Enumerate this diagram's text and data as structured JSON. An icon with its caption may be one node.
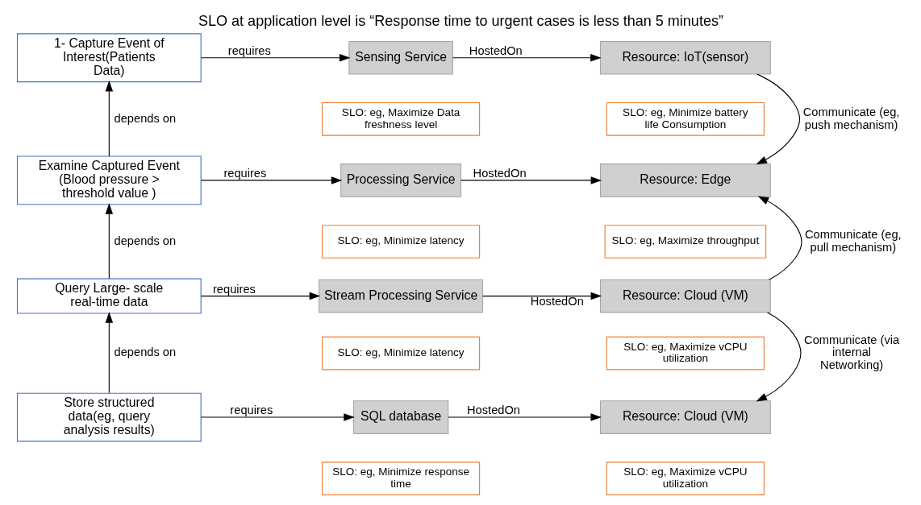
{
  "diagram": {
    "title": "SLO at application level is “Response time to urgent cases is less than 5 minutes”",
    "nodes": [
      {
        "text": [
          "1- Capture Event of Interest(Patients Data)"
        ]
      },
      {
        "text": [
          "Sensing Service"
        ]
      },
      {
        "text": [
          "SLO: eg, Maximize Data freshness level"
        ]
      },
      {
        "text": [
          "Resource: IoT(sensor)"
        ]
      },
      {
        "text": [
          "SLO: eg, Minimize battery life Consumption"
        ]
      },
      {
        "text": [
          "Examine Captured Event (Blood pressure > threshold value )"
        ]
      },
      {
        "text": [
          "Processing Service"
        ]
      },
      {
        "text": [
          "SLO: eg, Minimize latency"
        ]
      },
      {
        "text": [
          "Resource: Edge"
        ]
      },
      {
        "text": [
          "SLO: eg, Maximize throughput"
        ]
      },
      {
        "text": [
          "Query Large- scale real-time data"
        ]
      },
      {
        "text": [
          "Stream Processing Service"
        ]
      },
      {
        "text": [
          "SLO: eg, Minimize latency"
        ]
      },
      {
        "text": [
          "Resource: Cloud (VM)"
        ]
      },
      {
        "text": [
          "SLO: eg, Maximize vCPU utilization"
        ]
      },
      {
        "text": [
          "Store structured data(eg, query analysis results)"
        ]
      },
      {
        "text": [
          "SQL database"
        ]
      },
      {
        "text": [
          "SLO: eg, Minimize response time"
        ]
      },
      {
        "text": [
          "Resource: Cloud (VM)"
        ]
      },
      {
        "text": [
          "SLO: eg, Maximize vCPU utilization"
        ]
      }
    ],
    "edges": [
      {
        "from": 0,
        "to": 1,
        "arrow": "to",
        "label": "requires"
      },
      {
        "from": 1,
        "to": 3,
        "arrow": "to",
        "label": "HostedOn"
      },
      {
        "from": 5,
        "to": 0,
        "arrow": "to",
        "label": "depends on"
      },
      {
        "from": 5,
        "to": 6,
        "arrow": "to",
        "label": "requires"
      },
      {
        "from": 6,
        "to": 8,
        "arrow": "to",
        "label": "HostedOn"
      },
      {
        "from": 3,
        "to": 8,
        "arrow": "to",
        "label": "Communicate (eg, push mechanism)"
      },
      {
        "from": 10,
        "to": 5,
        "arrow": "to",
        "label": "depends on"
      },
      {
        "from": 10,
        "to": 11,
        "arrow": "to",
        "label": "requires"
      },
      {
        "from": 11,
        "to": 13,
        "arrow": "to",
        "label": "HostedOn"
      },
      {
        "from": 13,
        "to": 8,
        "arrow": "to",
        "label": "Communicate (eg, pull mechanism)"
      },
      {
        "from": 15,
        "to": 10,
        "arrow": "to",
        "label": "depends on"
      },
      {
        "from": 15,
        "to": 16,
        "arrow": "to",
        "label": "requires"
      },
      {
        "from": 16,
        "to": 18,
        "arrow": "to",
        "label": "HostedOn"
      },
      {
        "from": 13,
        "to": 18,
        "arrow": "to",
        "label": "Communicate (via internal Networking)"
      }
    ]
  }
}
